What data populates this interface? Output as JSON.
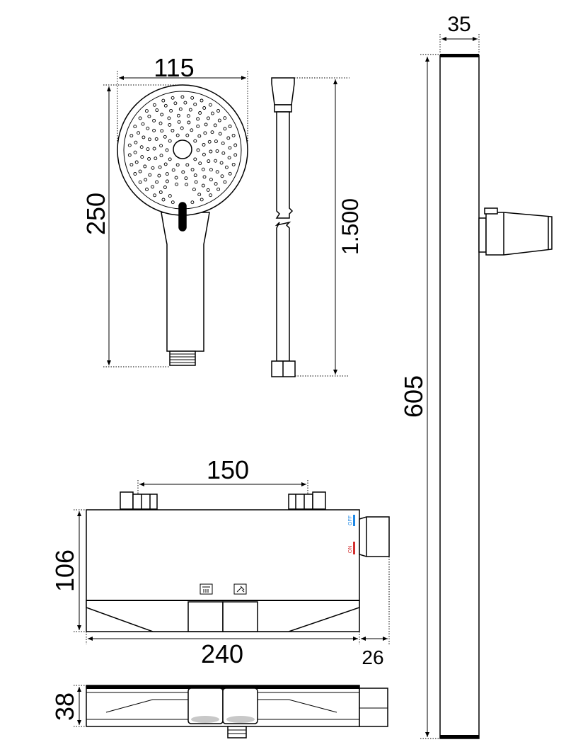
{
  "dimensions": {
    "bar_width": "35",
    "handshower_width": "115",
    "handshower_height": "250",
    "hose_length": "1.500",
    "bar_height": "605",
    "inlet_spacing": "150",
    "mixer_height": "106",
    "mixer_width": "240",
    "knob_depth": "26",
    "mixer_depth": "38"
  },
  "labels": {
    "off": "OFF",
    "on": "ON"
  },
  "colors": {
    "line": "#000000",
    "dim_line": "#000000",
    "off_indicator": "#1e88e5",
    "on_indicator": "#d32f2f",
    "button_fill": "#c8c8c8"
  },
  "icons": {
    "overhead_shower": "rain-shower-icon",
    "hand_shower": "hand-shower-icon"
  }
}
